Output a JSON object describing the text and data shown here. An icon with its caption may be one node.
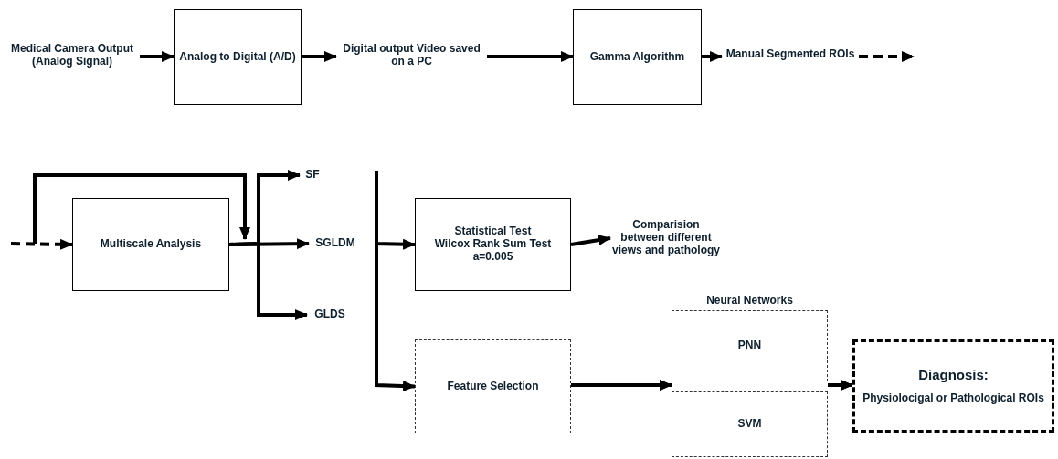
{
  "diagram": {
    "nodes": [
      {
        "text": [
          "Medical Camera Output (Analog Signal)"
        ]
      },
      {
        "text": [
          "Analog to Digital (A/D)"
        ]
      },
      {
        "text": [
          "Digital output Video saved on a PC"
        ]
      },
      {
        "text": [
          "Gamma Algorithm"
        ]
      },
      {
        "text": [
          "Manual Segmented ROIs"
        ]
      },
      {
        "text": [
          "Multiscale Analysis"
        ]
      },
      {
        "text": [
          "SF"
        ]
      },
      {
        "text": [
          "SGLDM"
        ]
      },
      {
        "text": [
          "GLDS"
        ]
      },
      {
        "text": [
          "Statistical Test",
          "Wilcox Rank Sum Test",
          "a=0.005"
        ]
      },
      {
        "text": [
          "Comparision between different views and pathology"
        ]
      },
      {
        "text": [
          "Feature Selection"
        ]
      },
      {
        "text": [
          "PNN"
        ]
      },
      {
        "text": [
          "SVM"
        ]
      },
      {
        "text": [
          "Diagnosis:",
          "Physiolocigal or Pathological ROIs"
        ]
      }
    ],
    "edges": [
      {
        "from": 0,
        "to": 1,
        "arrow": "to"
      },
      {
        "from": 1,
        "to": 2,
        "arrow": "to"
      },
      {
        "from": 2,
        "to": 3,
        "arrow": "to"
      },
      {
        "from": 3,
        "to": 4,
        "arrow": "to"
      },
      {
        "from": 4,
        "to": null,
        "arrow": "to",
        "style": "dashed"
      },
      {
        "from": null,
        "to": 5,
        "arrow": "to",
        "style": "dashed"
      },
      {
        "from": null,
        "to": 7,
        "arrow": "to"
      },
      {
        "from": 5,
        "to": 6,
        "arrow": "to"
      },
      {
        "from": 5,
        "to": 7,
        "arrow": "to"
      },
      {
        "from": 5,
        "to": 8,
        "arrow": "to"
      },
      {
        "from": null,
        "to": 9,
        "arrow": "to"
      },
      {
        "from": null,
        "to": 11,
        "arrow": "to"
      },
      {
        "from": 9,
        "to": 10,
        "arrow": "to"
      },
      {
        "from": 11,
        "to": 12,
        "arrow": "to"
      },
      {
        "from": 11,
        "to": 13,
        "arrow": "to"
      },
      {
        "from": 12,
        "to": 14,
        "arrow": "to"
      },
      {
        "from": 13,
        "to": 14,
        "arrow": "to"
      }
    ],
    "labels": [
      "Neural Networks"
    ]
  }
}
